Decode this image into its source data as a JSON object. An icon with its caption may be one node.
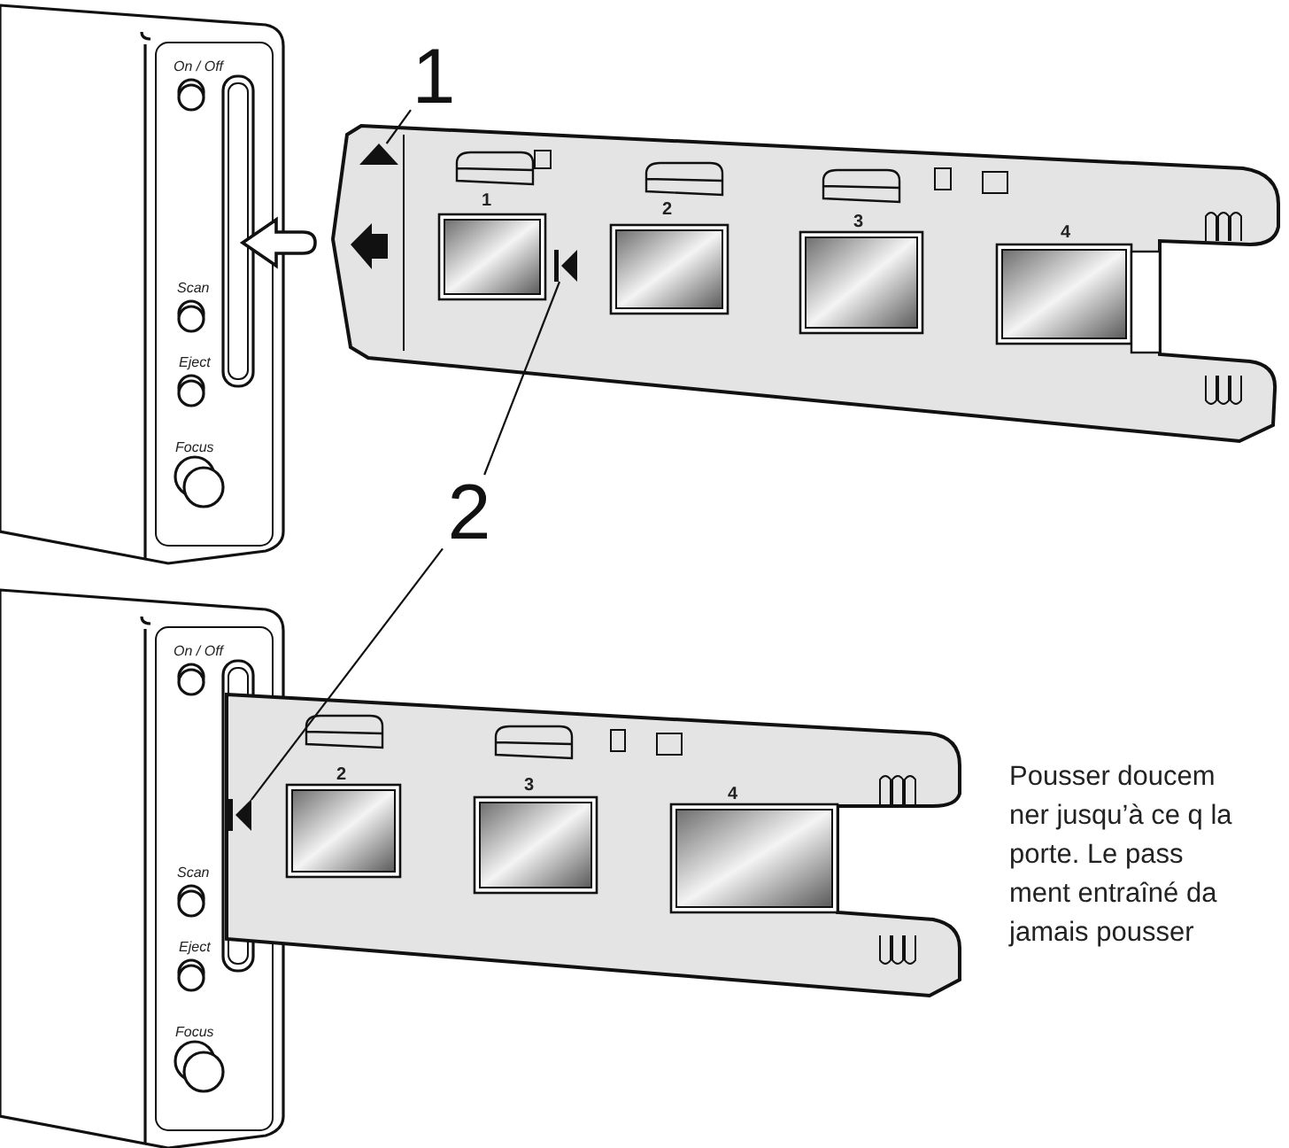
{
  "diagram": {
    "nodes": [
      {
        "text": [
          "1"
        ]
      },
      {
        "text": [],
        "shape": "triangle"
      },
      {
        "text": [
          "2"
        ]
      },
      {
        "text": [],
        "shape": "triangle"
      },
      {
        "text": [],
        "shape": "triangle"
      }
    ],
    "edges": [
      {
        "from": 0,
        "to": 1,
        "arrow": "none"
      },
      {
        "from": 2,
        "to": 3,
        "arrow": "none"
      },
      {
        "from": 2,
        "to": 4,
        "arrow": "none"
      }
    ],
    "labels": [
      "On / Off",
      "Scan",
      "Eject",
      "Focus",
      "1",
      "2",
      "3",
      "4",
      "On / Off",
      "Scan",
      "Eject",
      "Focus",
      "2",
      "3",
      "4",
      "Pousser doucem ner jusqu’à ce q la porte. Le pass ment entraîné da jamais pousser"
    ]
  }
}
